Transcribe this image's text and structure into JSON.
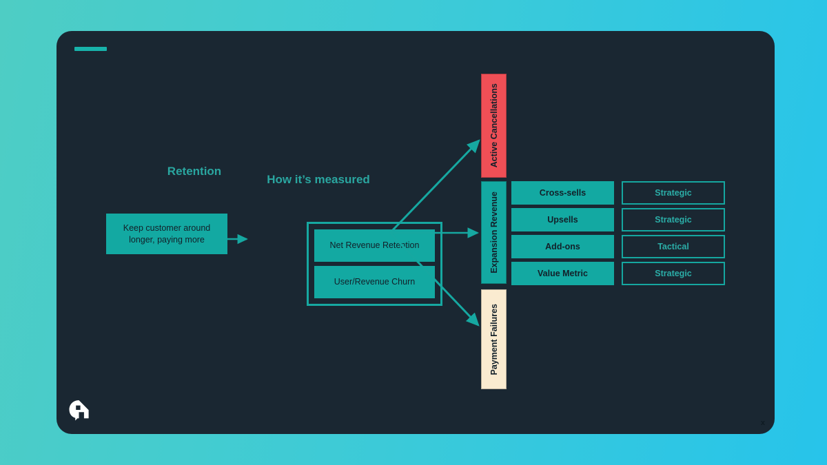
{
  "slide": {
    "accent_dash": "accent-dash",
    "corner_marker": "x",
    "logo_name": "brand-logo"
  },
  "colors": {
    "background_gradient_start": "#4ecdc4",
    "background_gradient_end": "#27c4ea",
    "card_background": "#1a2732",
    "teal_fill": "#13a9a2",
    "teal_line": "#16a8a1",
    "heading_teal": "#2aa6a0",
    "red_bar": "#ef4f56",
    "cream_bar": "#faebd0",
    "dark_text": "#13202a"
  },
  "left": {
    "heading": "Retention",
    "description": "Keep customer around longer, paying more"
  },
  "measured": {
    "heading": "How it’s measured",
    "items": [
      {
        "label": "Net Revenue Retention"
      },
      {
        "label": "User/Revenue Churn"
      }
    ]
  },
  "categories": [
    {
      "label": "Active Cancellations",
      "color": "#ef4f56",
      "key": "active-cancellations"
    },
    {
      "label": "Expansion Revenue",
      "color": "#13a9a2",
      "key": "expansion-revenue"
    },
    {
      "label": "Payment Failures",
      "color": "#faebd0",
      "key": "payment-failures"
    }
  ],
  "expansion_rows": [
    {
      "lever": "Cross-sells",
      "classification": "Strategic"
    },
    {
      "lever": "Upsells",
      "classification": "Strategic"
    },
    {
      "lever": "Add-ons",
      "classification": "Tactical"
    },
    {
      "lever": "Value Metric",
      "classification": "Strategic"
    }
  ]
}
